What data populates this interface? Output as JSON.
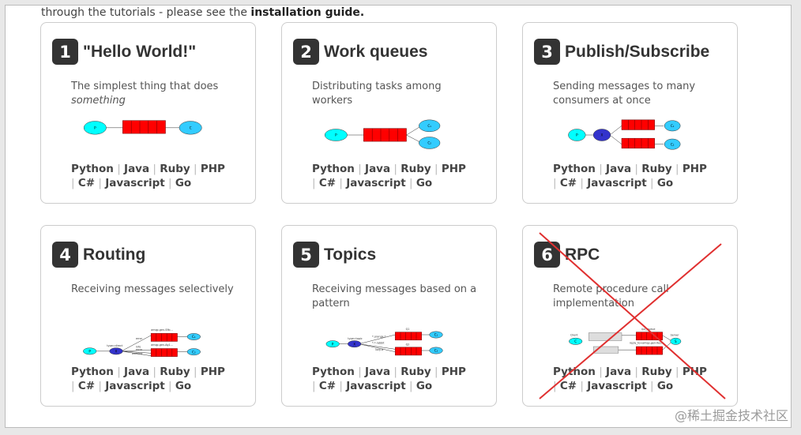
{
  "intro": {
    "text": "through the tutorials - please see the ",
    "link": "installation guide."
  },
  "languages": [
    "Python",
    "Java",
    "Ruby",
    "PHP",
    "C#",
    "Javascript",
    "Go"
  ],
  "tutorials": [
    {
      "num": "1",
      "title": "\"Hello World!\"",
      "desc": "The simplest thing that does ",
      "desc_em": "something"
    },
    {
      "num": "2",
      "title": "Work queues",
      "desc": "Distributing tasks among workers",
      "desc_em": ""
    },
    {
      "num": "3",
      "title": "Publish/Subscribe",
      "desc": "Sending messages to many consumers at once",
      "desc_em": ""
    },
    {
      "num": "4",
      "title": "Routing",
      "desc": "Receiving messages selectively",
      "desc_em": ""
    },
    {
      "num": "5",
      "title": "Topics",
      "desc": "Receiving messages based on a pattern",
      "desc_em": ""
    },
    {
      "num": "6",
      "title": "RPC",
      "desc": "Remote procedure call implementation",
      "desc_em": ""
    }
  ],
  "diagram_labels": {
    "routing": [
      "type=direct",
      "error",
      "info",
      "error",
      "warning",
      "amqp.gen-S9b...",
      "amqp.gen-Ag1..."
    ],
    "topics": [
      "type=topic",
      "*.orange.*",
      "*.*.rabbit",
      "lazy.#",
      "Q1",
      "Q2"
    ],
    "rpc": [
      "Client",
      "Server",
      "rpc_queue",
      "reply_to=amqp.gen-Xa2..."
    ]
  },
  "colors": {
    "queue": "#ff0000",
    "producer": "#00ffff",
    "consumer": "#33ccff",
    "exchange": "#3333cc",
    "strike": "#e03030"
  },
  "watermark": "@稀土掘金技术社区"
}
